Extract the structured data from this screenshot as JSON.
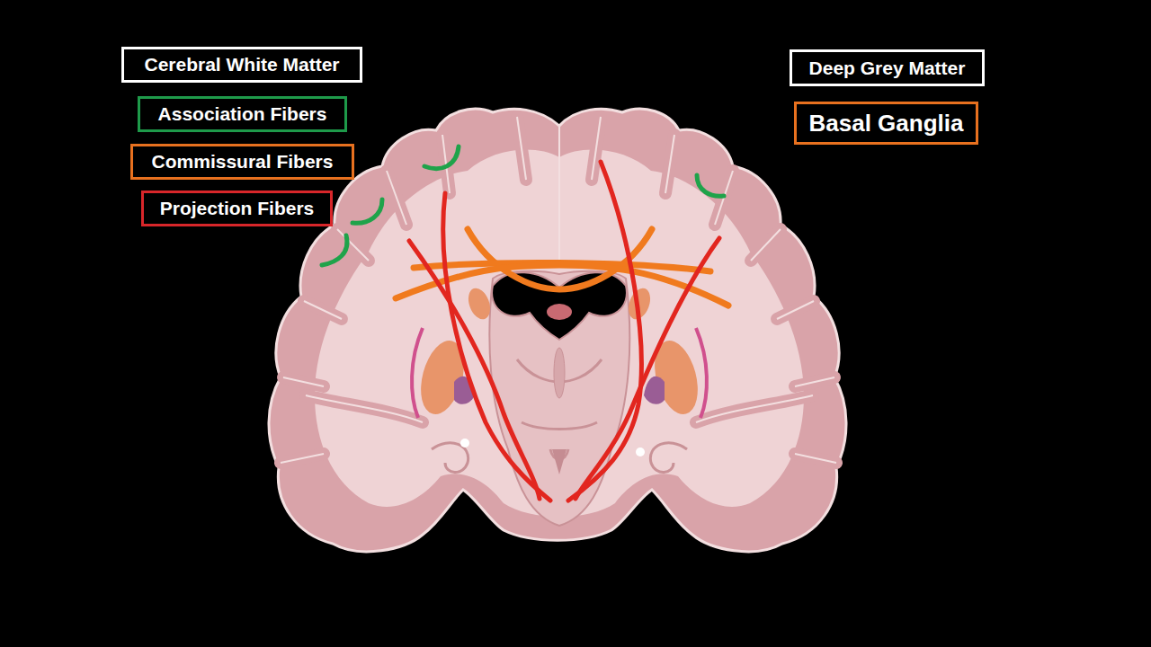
{
  "diagram": {
    "nodes": [
      {
        "text": [
          "Cerebral White Matter"
        ]
      },
      {
        "text": [
          "Association Fibers"
        ]
      },
      {
        "text": [
          "Commissural Fibers"
        ]
      },
      {
        "text": [
          "Projection Fibers"
        ]
      },
      {
        "text": [
          "Deep Grey Matter"
        ]
      },
      {
        "text": [
          "Basal Ganglia"
        ]
      }
    ]
  }
}
